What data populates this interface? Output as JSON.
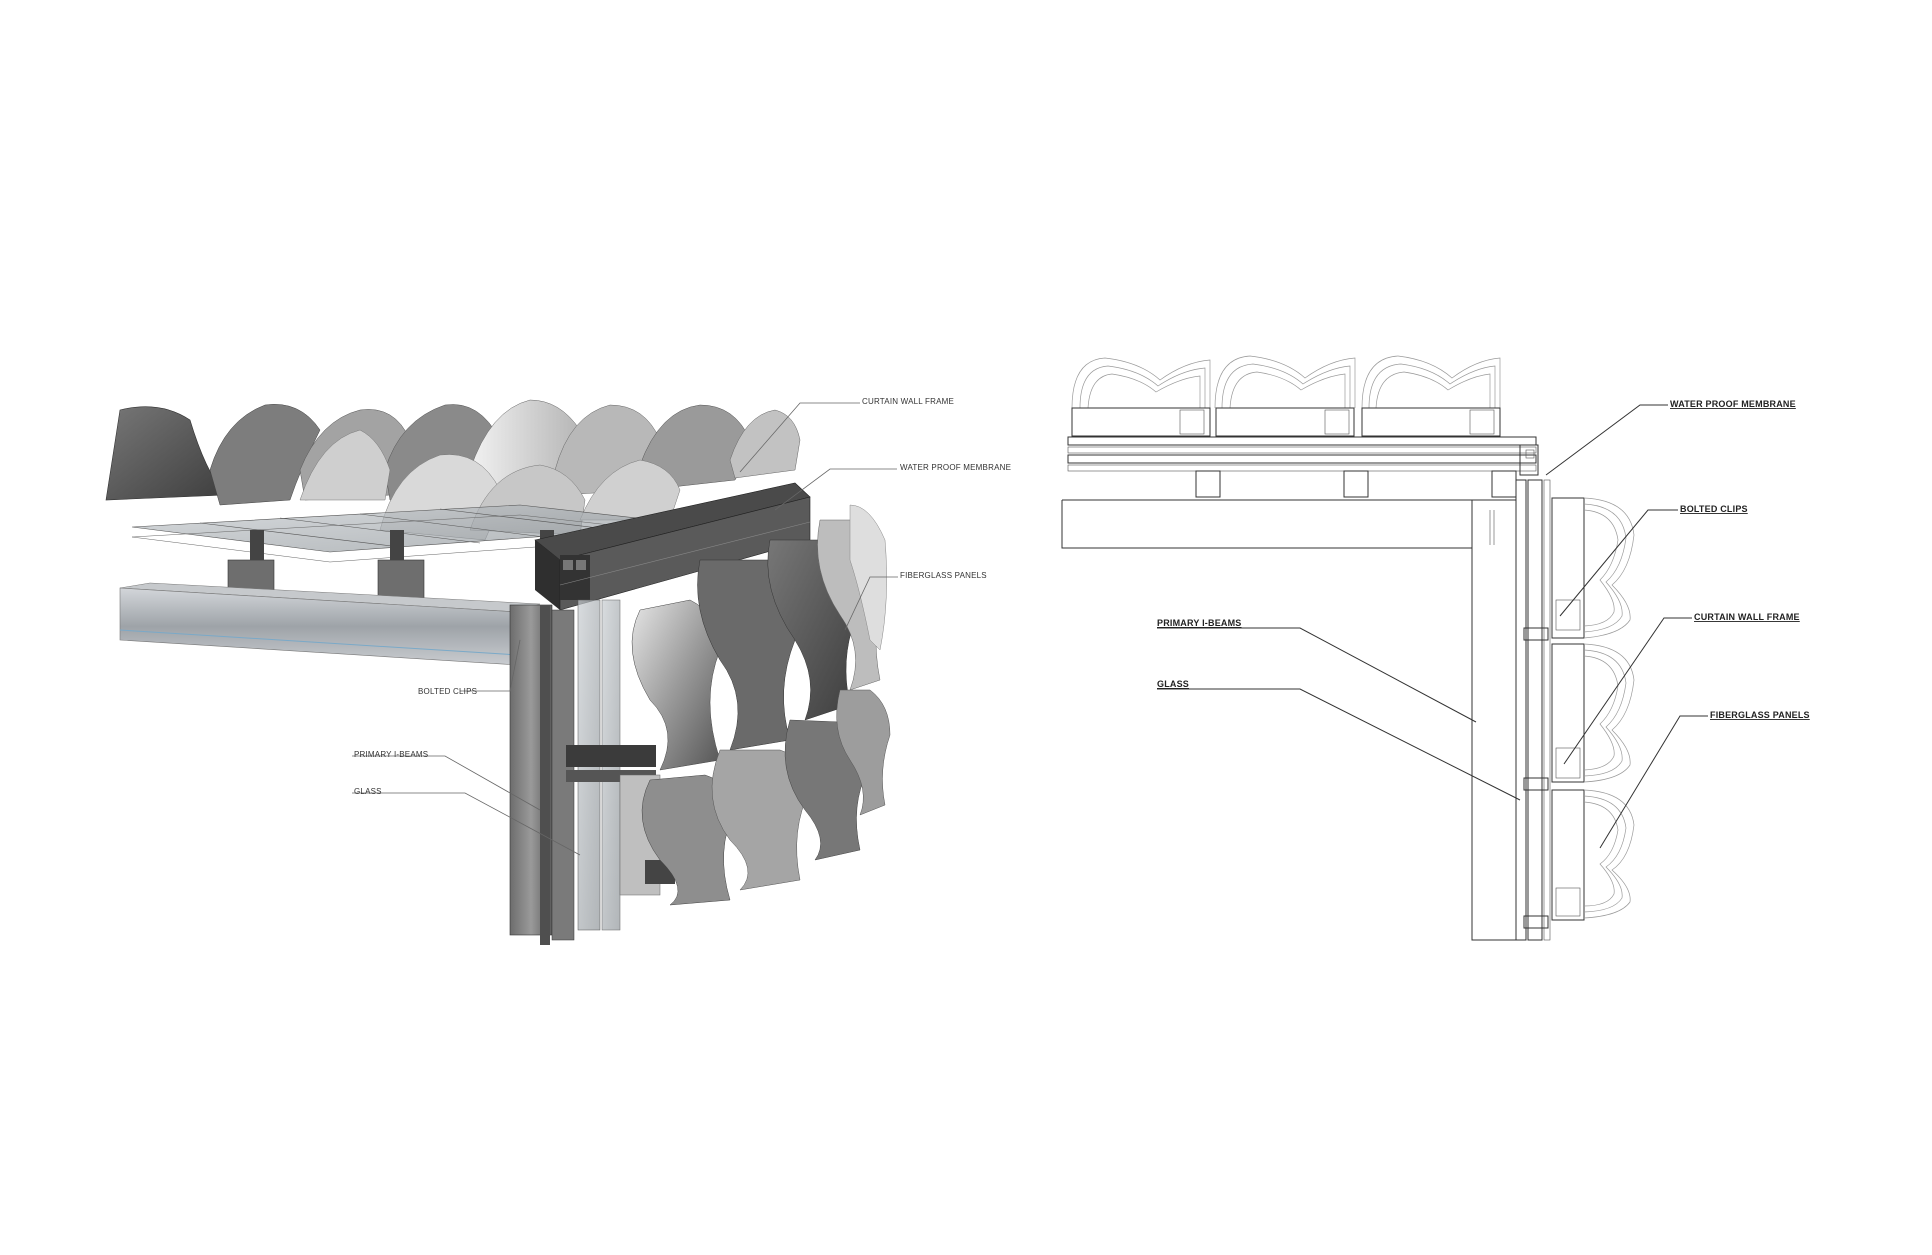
{
  "left_view": {
    "labels": {
      "curtain_wall_frame": "CURTAIN WALL FRAME",
      "water_proof_membrane": "WATER PROOF MEMBRANE",
      "fiberglass_panels": "FIBERGLASS PANELS",
      "bolted_clips": "BOLTED CLIPS",
      "primary_i_beams": "PRIMARY I-BEAMS",
      "glass": "GLASS"
    }
  },
  "right_view": {
    "labels": {
      "water_proof_membrane": "WATER PROOF MEMBRANE",
      "bolted_clips": "BOLTED CLIPS",
      "curtain_wall_frame": "CURTAIN WALL FRAME",
      "fiberglass_panels": "FIBERGLASS PANELS",
      "primary_i_beams": "PRIMARY I-BEAMS",
      "glass": "GLASS"
    }
  },
  "colors": {
    "background": "#ffffff",
    "panel_dark": "#5a5a5a",
    "panel_mid": "#8c8c8c",
    "panel_light": "#cfcfcf",
    "steel": "#9ea3a8",
    "frame_dark": "#3a3a3a",
    "linework": "#333333"
  }
}
